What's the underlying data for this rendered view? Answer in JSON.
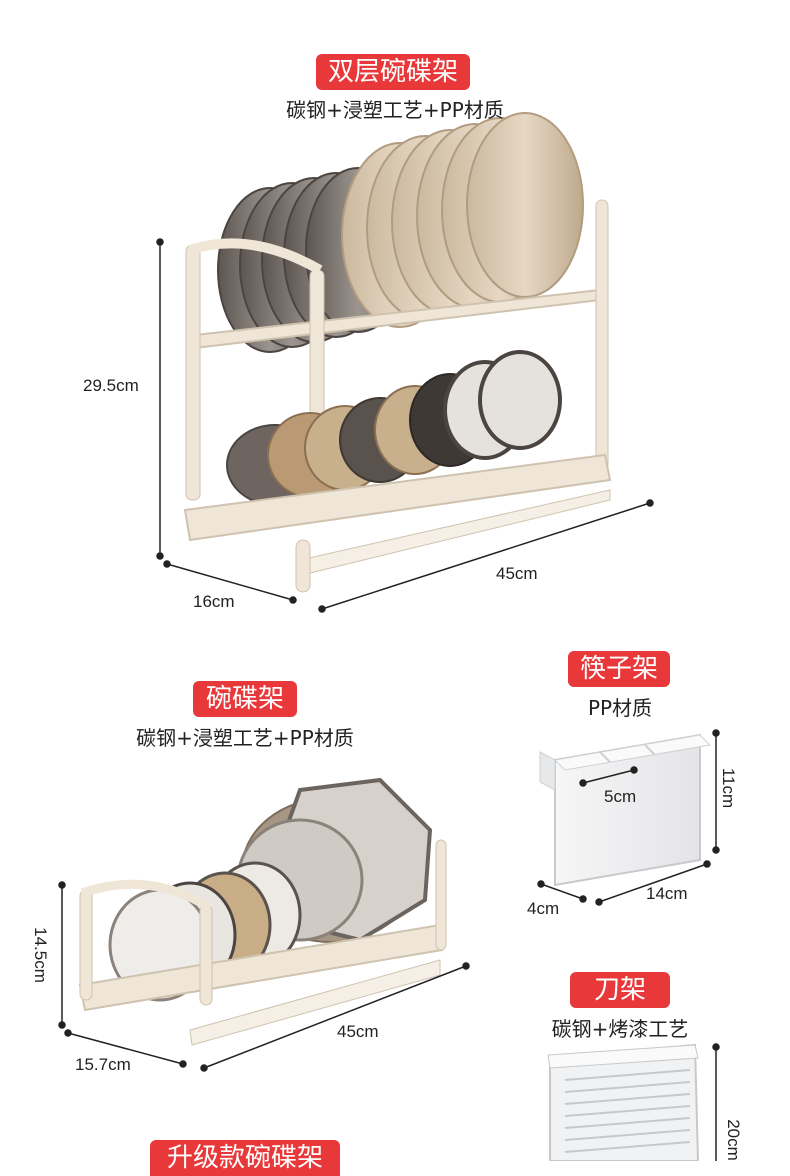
{
  "section1": {
    "title": "双层碗碟架",
    "subtitle": "碳钢+浸塑工艺+PP材质",
    "dims": {
      "height": "29.5cm",
      "depth": "16cm",
      "width": "45cm"
    }
  },
  "section2": {
    "title": "碗碟架",
    "subtitle": "碳钢+浸塑工艺+PP材质",
    "dims": {
      "height": "14.5cm",
      "depth": "15.7cm",
      "width": "45cm"
    }
  },
  "section3": {
    "title": "筷子架",
    "subtitle": "PP材质",
    "dims": {
      "height": "11cm",
      "inner": "5cm",
      "depth": "4cm",
      "width": "14cm"
    }
  },
  "section4": {
    "title": "刀架",
    "subtitle": "碳钢+烤漆工艺",
    "dims": {
      "height": "20cm"
    }
  },
  "section5": {
    "title": "升级款碗碟架"
  },
  "colors": {
    "badge": "#e8383a",
    "rack": "#efe6d8",
    "plate_beige": "#d9c6ad",
    "plate_grey": "#7a716b"
  }
}
